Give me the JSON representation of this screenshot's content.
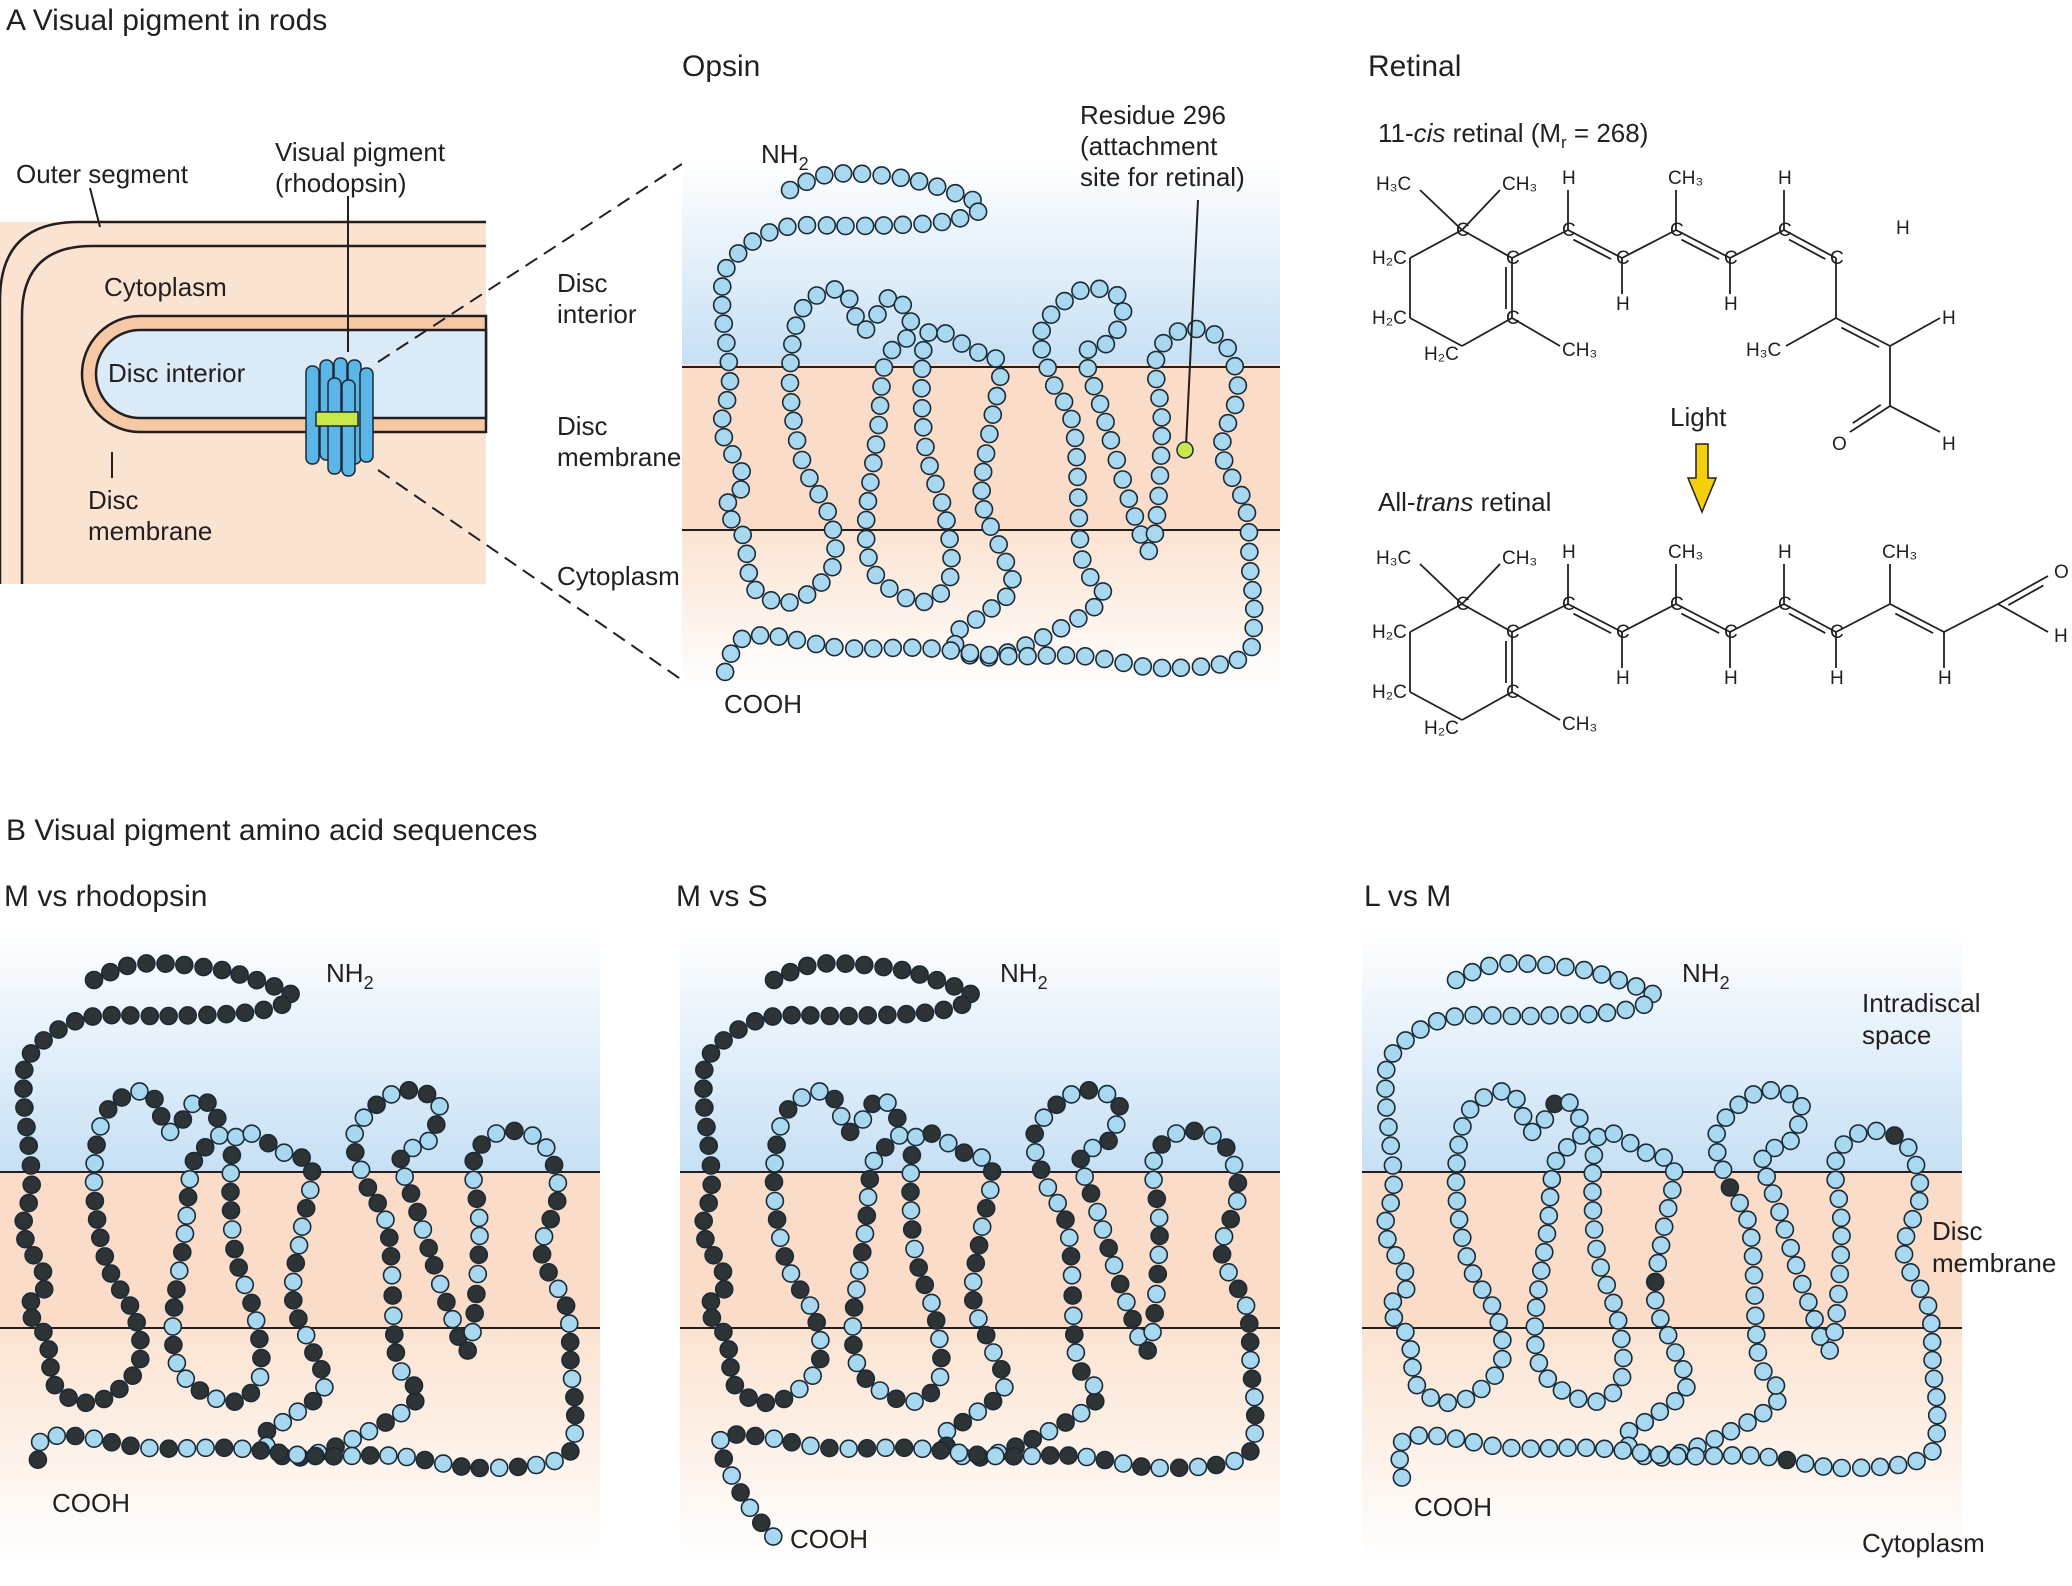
{
  "panel_a": {
    "heading": "A  Visual pigment in rods",
    "rod": {
      "outer_segment": "Outer segment",
      "cytoplasm": "Cytoplasm",
      "disc_interior": "Disc interior",
      "disc_membrane_1": "Disc",
      "disc_membrane_2": "membrane",
      "pigment_1": "Visual pigment",
      "pigment_2": "(rhodopsin)"
    },
    "opsin": {
      "title": "Opsin",
      "nh2": "NH",
      "nh2_sub": "2",
      "cooh": "COOH",
      "disc_interior_1": "Disc",
      "disc_interior_2": "interior",
      "disc_membrane_1": "Disc",
      "disc_membrane_2": "membrane",
      "cytoplasm": "Cytoplasm",
      "residue_1": "Residue 296",
      "residue_2": "(attachment",
      "residue_3": "site for retinal)"
    },
    "retinal": {
      "title": "Retinal",
      "cis_pre": "11-",
      "cis_it": "cis",
      "cis_post": " retinal (M",
      "cis_sub": "r",
      "cis_end": " = 268)",
      "light": "Light",
      "trans_pre": "All-",
      "trans_it": "trans",
      "trans_post": " retinal"
    }
  },
  "panel_b": {
    "heading": "B  Visual pigment amino acid sequences",
    "m_vs_rho": "M vs rhodopsin",
    "m_vs_s": "M vs S",
    "l_vs_m": "L vs M",
    "nh2": "NH",
    "nh2_sub": "2",
    "cooh": "COOH",
    "intradiscal_1": "Intradiscal",
    "intradiscal_2": "space",
    "membrane_1": "Disc",
    "membrane_2": "membrane",
    "cytoplasm": "Cytoplasm"
  },
  "colors": {
    "residue_fill": "#a8d8f0",
    "residue_stroke": "#1c2a36",
    "dark_residue": "#2e3336",
    "membrane": "#fadcc8",
    "interior": "#dbeaf7",
    "rod_membrane": "#f6c9a6",
    "rhodopsin": "#5bb5e6",
    "retinal_marker": "#c6e84a",
    "arrow": "#f4d00c"
  }
}
